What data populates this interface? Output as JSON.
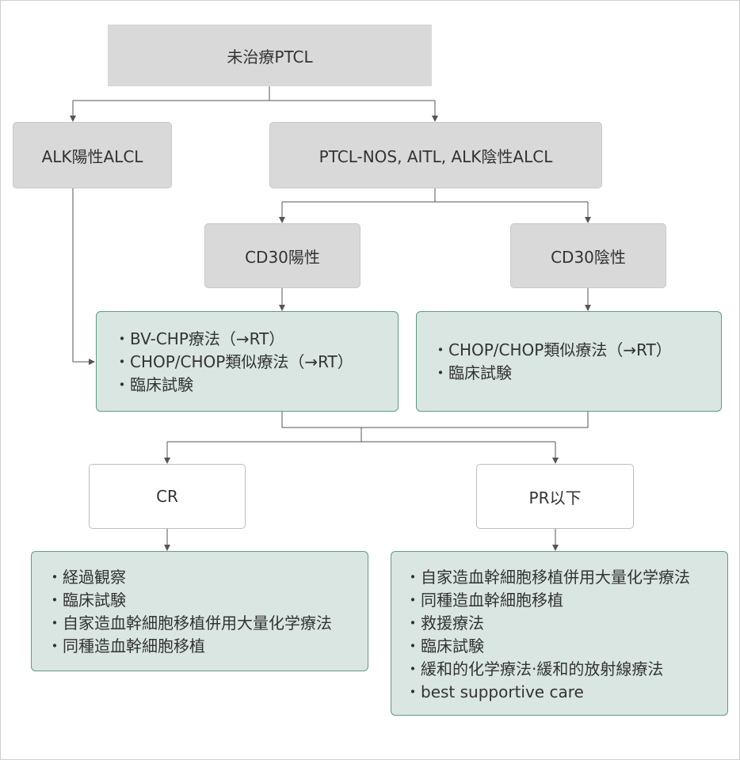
{
  "nodes": {
    "root": "未治療PTCL",
    "alk_positive": "ALK陽性ALCL",
    "ptcl_group": "PTCL-NOS, AITL, ALK陰性ALCL",
    "cd30_positive": "CD30陽性",
    "cd30_negative": "CD30陰性",
    "cr": "CR",
    "pr_or_less": "PR以下"
  },
  "treatments": {
    "cd30_positive_options": [
      "・BV-CHP療法（→RT）",
      "・CHOP/CHOP類似療法（→RT）",
      "・臨床試験"
    ],
    "cd30_negative_options": [
      "・CHOP/CHOP類似療法（→RT）",
      "・臨床試験"
    ],
    "cr_options": [
      "・経過観察",
      "・臨床試験",
      "・自家造血幹細胞移植併用大量化学療法",
      "・同種造血幹細胞移植"
    ],
    "pr_options": [
      "・自家造血幹細胞移植併用大量化学療法",
      "・同種造血幹細胞移植",
      "・救援療法",
      "・臨床試験",
      "・緩和的化学療法·緩和的放射線療法",
      "・best supportive care"
    ]
  },
  "colors": {
    "gray_box": "#d9d9d9",
    "green_box": "#d9e6e1",
    "green_border": "#5f9c83",
    "line": "#555555"
  }
}
